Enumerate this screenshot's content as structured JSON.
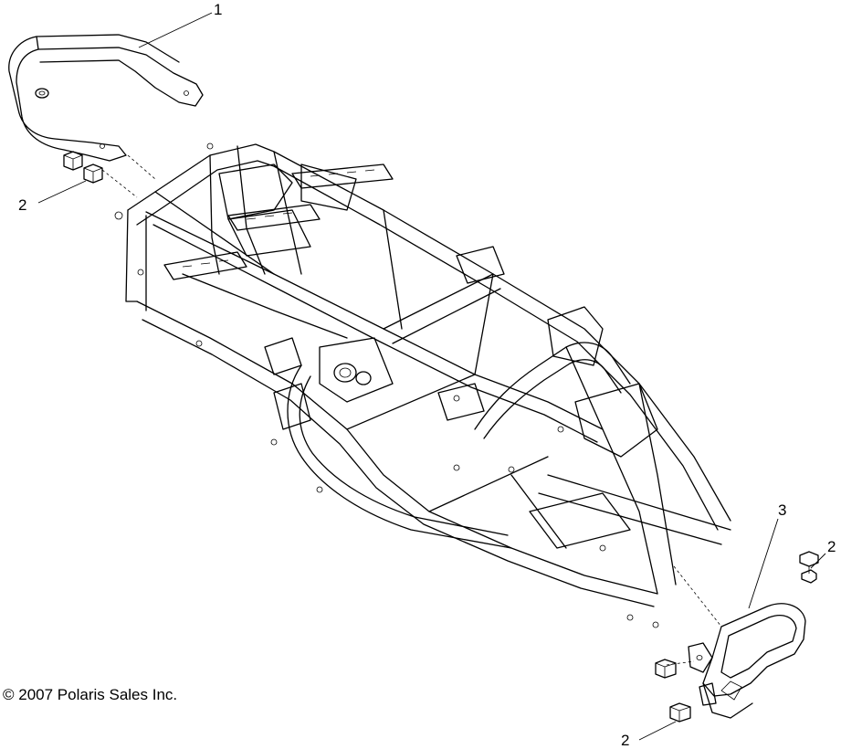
{
  "callouts": {
    "c1": "1",
    "c2a": "2",
    "c2b": "2",
    "c2c": "2",
    "c3": "3"
  },
  "copyright": "© 2007 Polaris Sales Inc."
}
